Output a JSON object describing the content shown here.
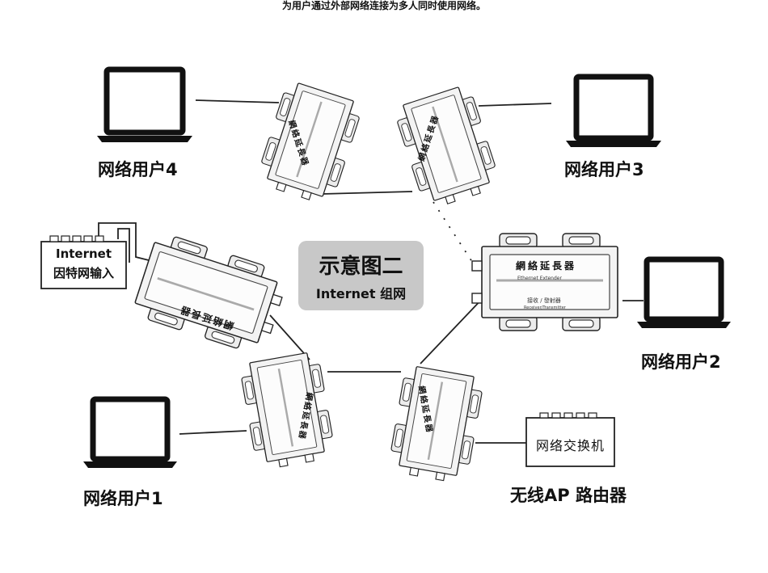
{
  "caption": "为用户通过外部网络连接为多人同时使用网络。",
  "center": {
    "title": "示意图二",
    "subtitle": "Internet 组网"
  },
  "users": {
    "user1": "网络用户1",
    "user2": "网络用户2",
    "user3": "网络用户3",
    "user4": "网络用户4"
  },
  "internet_input": {
    "line1": "Internet",
    "line2": "因特网输入"
  },
  "router": {
    "box_label": "网络交换机",
    "label": "无线AP 路由器"
  },
  "extender": {
    "name": "網絡延長器",
    "sub": "Ethernet Extender",
    "mode": "接收 / 發射器",
    "mode_en": "Receiver/Transmitter"
  },
  "colors": {
    "line": "#222222",
    "center_bg": "#c8c8c8",
    "text": "#111111"
  }
}
